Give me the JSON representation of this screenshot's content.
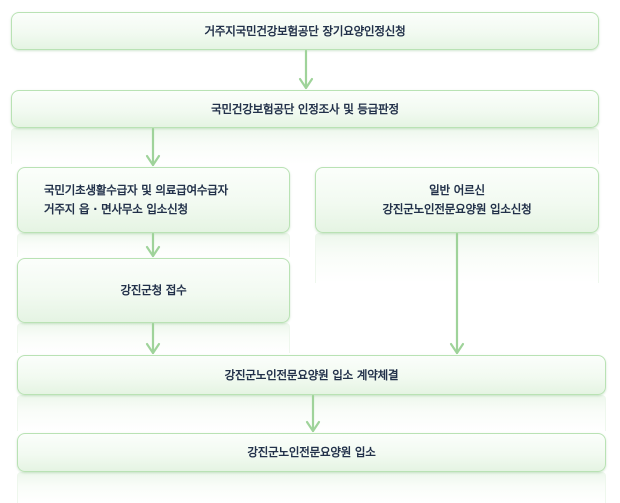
{
  "diagram": {
    "type": "flowchart",
    "accent_color": "#9fd39a",
    "border_color": "#b9e2b4",
    "text_color": "#22314a",
    "steps": [
      {
        "id": "step-1",
        "lines": [
          "거주지국민건강보험공단 장기요양인정신청"
        ]
      },
      {
        "id": "step-2",
        "lines": [
          "국민건강보험공단 인정조사 및 등급판정"
        ]
      },
      {
        "id": "step-3a",
        "lines": [
          "국민기초생활수급자 및 의료급여수급자",
          "거주지 읍 · 면사무소 입소신청"
        ]
      },
      {
        "id": "step-3b",
        "lines": [
          "일반 어르신",
          "강진군노인전문요양원 입소신청"
        ]
      },
      {
        "id": "step-4a",
        "lines": [
          "강진군청 접수"
        ]
      },
      {
        "id": "step-5",
        "lines": [
          "강진군노인전문요양원 입소 계약체결"
        ]
      },
      {
        "id": "step-6",
        "lines": [
          "강진군노인전문요양원 입소"
        ]
      }
    ],
    "edges": [
      {
        "from": "step-1",
        "to": "step-2"
      },
      {
        "from": "step-2",
        "to": "step-3a"
      },
      {
        "from": "step-3a",
        "to": "step-4a"
      },
      {
        "from": "step-4a",
        "to": "step-5"
      },
      {
        "from": "step-3b",
        "to": "step-5"
      },
      {
        "from": "step-5",
        "to": "step-6"
      }
    ]
  }
}
